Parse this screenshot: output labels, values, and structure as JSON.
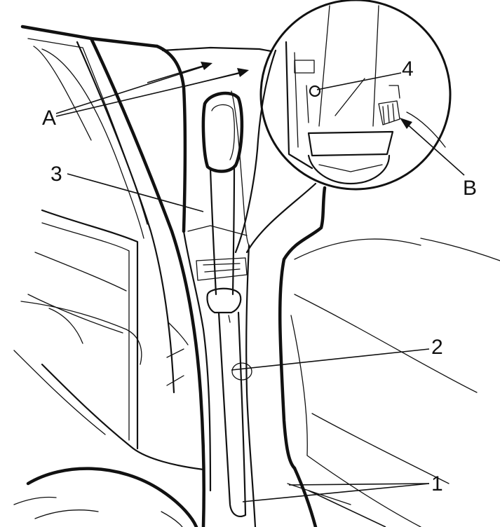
{
  "callouts": {
    "label_A": "A",
    "label_B": "B",
    "label_1": "1",
    "label_2": "2",
    "label_3": "3",
    "label_4": "4"
  },
  "colors": {
    "ink": "#111111",
    "background": "#ffffff"
  }
}
